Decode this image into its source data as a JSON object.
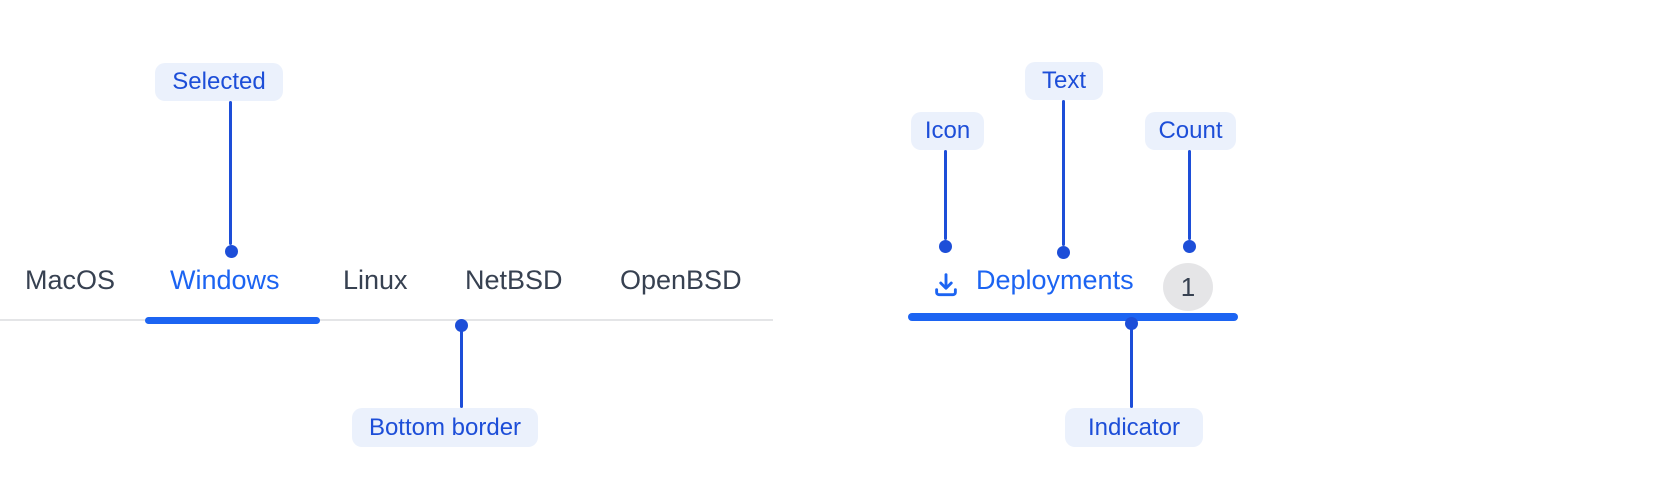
{
  "colors": {
    "accent_blue": "#1c64f2",
    "annotation_blue": "#1d4ed8",
    "annotation_pill_bg": "#ebf1fc",
    "tab_text_gray": "#374151",
    "border_gray": "#e4e5e7",
    "badge_bg": "#e5e5e7",
    "badge_text": "#374151",
    "background": "#ffffff"
  },
  "tabs_demo": {
    "tabs": [
      {
        "label": "MacOS",
        "selected": false
      },
      {
        "label": "Windows",
        "selected": true
      },
      {
        "label": "Linux",
        "selected": false
      },
      {
        "label": "NetBSD",
        "selected": false
      },
      {
        "label": "OpenBSD",
        "selected": false
      }
    ],
    "annotations": {
      "selected": "Selected",
      "bottom_border": "Bottom border"
    }
  },
  "tab_item_demo": {
    "icon": "download-icon",
    "label": "Deployments",
    "count": "1",
    "annotations": {
      "icon": "Icon",
      "text": "Text",
      "count": "Count",
      "indicator": "Indicator"
    }
  }
}
